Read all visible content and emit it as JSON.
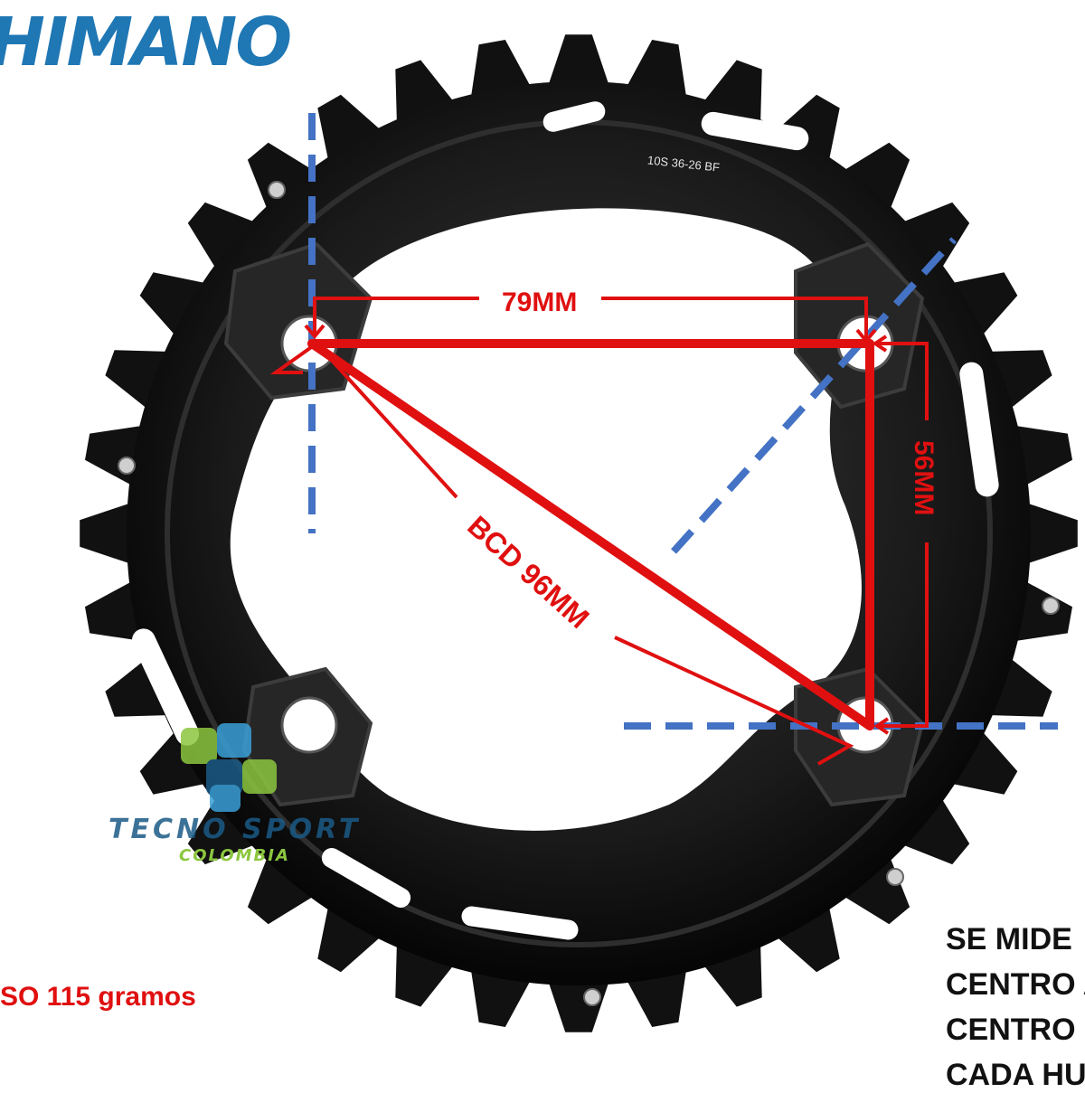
{
  "brand": {
    "logo_text": "HIMANO"
  },
  "product": {
    "engraving": "10S   36-26 BF"
  },
  "measurements": {
    "width_label": "79MM",
    "height_label": "56MM",
    "diagonal_label": "BCD 96MM"
  },
  "weight_text": "SO 115 gramos",
  "note_lines": [
    "SE MIDE",
    "CENTRO A",
    "CENTRO",
    "CADA HU"
  ],
  "watermark": {
    "name": "TECNO SPORT",
    "country": "COLOMBIA"
  },
  "colors": {
    "chainring": "#111111",
    "dimension_lines": "#e01010",
    "guide_lines": "#4472c4",
    "brand_blue": "#1f77b4",
    "watermark_green": "#8cc63f",
    "watermark_blue": "#3aa0d8"
  }
}
